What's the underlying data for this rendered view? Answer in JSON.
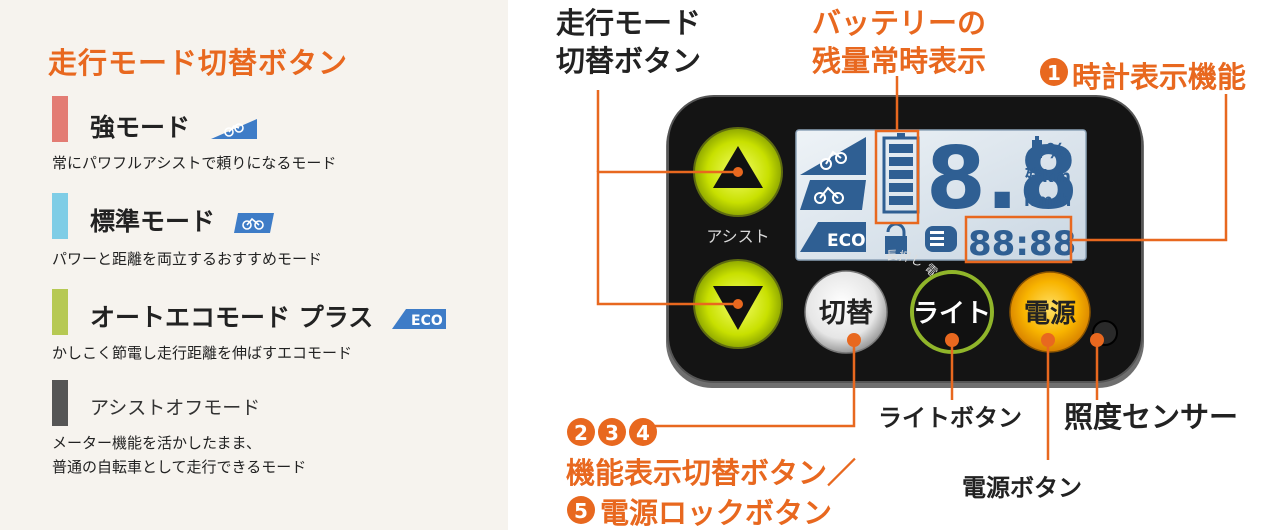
{
  "panel": {
    "title": "走行モード切替ボタン",
    "modes": [
      {
        "label": "強モード",
        "color": "#e37c74",
        "icon": "strong-mode-icon",
        "desc": [
          "常にパワフルアシストで頼りになるモード"
        ]
      },
      {
        "label": "標準モード",
        "color": "#7fcde6",
        "icon": "standard-mode-icon",
        "desc": [
          "パワーと距離を両立するおすすめモード"
        ]
      },
      {
        "label": "オートエコモード プラス",
        "color": "#b6c953",
        "icon": "eco-mode-icon",
        "icon_text": "ECO",
        "desc": [
          "かしこく節電し走行距離を伸ばすエコモード"
        ]
      },
      {
        "label": "アシストオフモード",
        "color": "#555555",
        "desc": [
          "メーター機能を活かしたまま、",
          "普通の自転車として走行できるモード"
        ]
      }
    ]
  },
  "annotations": {
    "mode_switch": [
      "走行モード",
      "切替ボタン"
    ],
    "battery": [
      "バッテリーの",
      "残量常時表示"
    ],
    "clock_num": "1",
    "clock": "時計表示機能",
    "func_nums": [
      "2",
      "3",
      "4"
    ],
    "func_switch": "機能表示切替ボタン／",
    "lock_num": "5",
    "lock": "電源ロックボタン",
    "light_button": "ライトボタン",
    "light_sensor": "照度センサー",
    "power_button": "電源ボタン"
  },
  "device": {
    "assist_label": "アシスト",
    "digits": "8.8",
    "percent": "%",
    "remaining_km": "残km",
    "kmh": "km/h",
    "clock_digits": "88:88",
    "eco": "ECO",
    "switch_button": "切替",
    "switch_arc": "長押し 電源ロック",
    "light": "ライト",
    "power": "電源"
  },
  "colors": {
    "accent": "#e8681f",
    "button_green": "#c8e000",
    "power_orange": "#f4a300",
    "lcd": "#dde7f0",
    "lcd_dark": "#2f5f93"
  }
}
